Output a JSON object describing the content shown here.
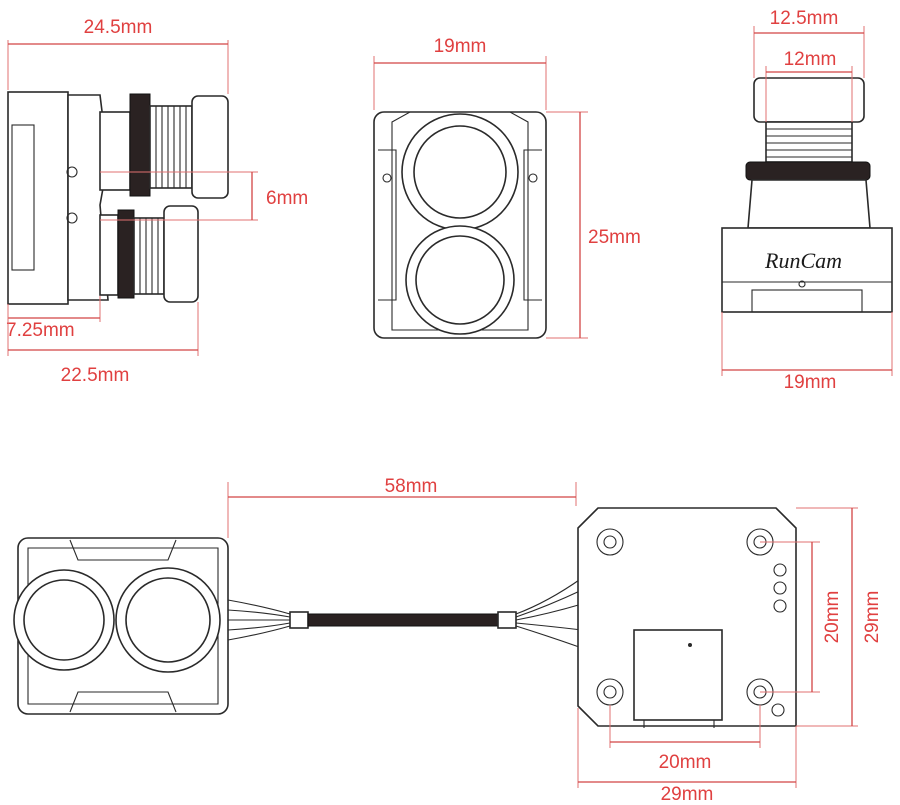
{
  "dimensions": {
    "side_top_width": "24.5mm",
    "side_lens_offset": "6mm",
    "side_lens_depth": "7.25mm",
    "side_bottom_width": "22.5mm",
    "front_width": "19mm",
    "front_height": "25mm",
    "top_outer_width": "12.5mm",
    "top_inner_width": "12mm",
    "top_body_width": "19mm",
    "cable_length": "58mm",
    "board_hole_height": "20mm",
    "board_height": "29mm",
    "board_hole_width": "20mm",
    "board_width": "29mm"
  },
  "brand": {
    "logo": "RunCam"
  },
  "colors": {
    "dimension": "#e04040",
    "outline": "#2a2a2a"
  }
}
